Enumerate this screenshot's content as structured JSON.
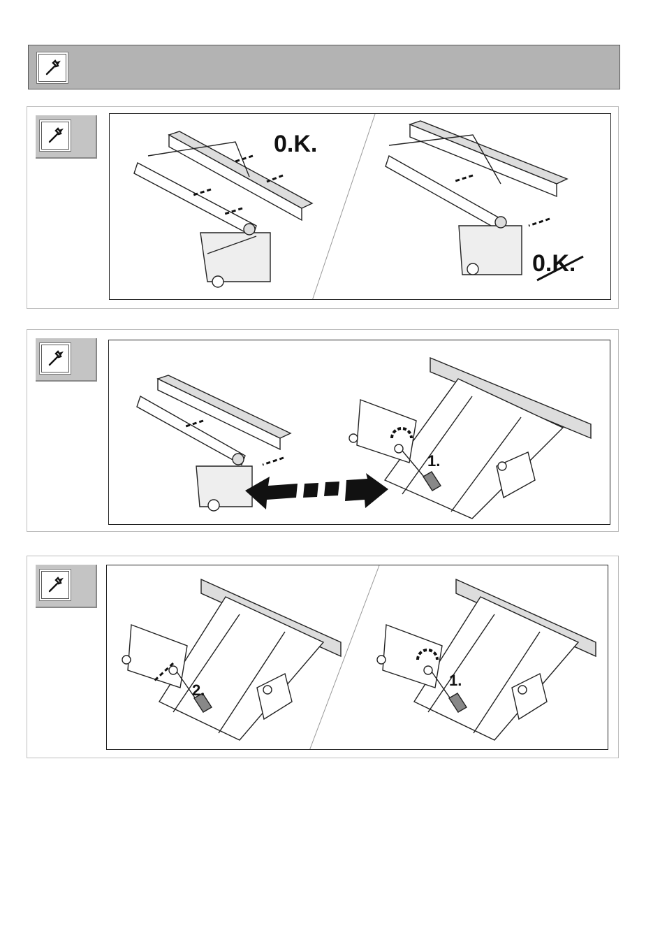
{
  "header": {
    "icon": "wrench-icon"
  },
  "sections": [
    {
      "labels": {
        "ok_left": "0.K.",
        "ok_right": "0.K."
      }
    },
    {
      "labels": {
        "step": "1."
      }
    },
    {
      "labels": {
        "step_left": "2.",
        "step_right": "1."
      }
    }
  ]
}
